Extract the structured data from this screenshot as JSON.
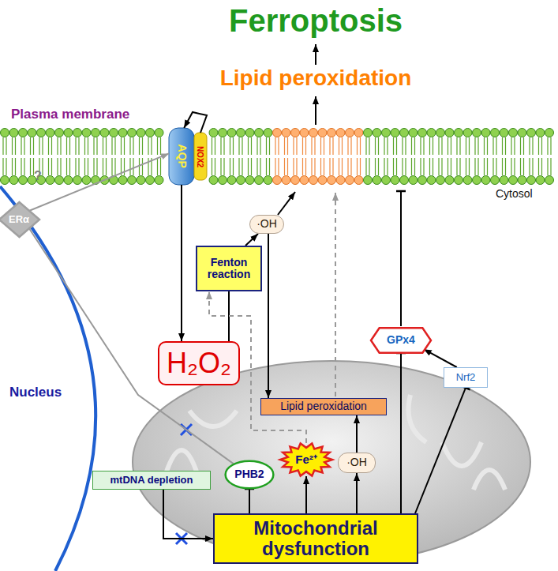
{
  "diagram": {
    "nodes": [
      {
        "text": [
          "Fenton reaction"
        ]
      },
      {
        "text": [
          "H₂O₂"
        ]
      },
      {
        "text": [
          "·OH"
        ]
      },
      {
        "text": [
          "GPx4"
        ]
      },
      {
        "text": [
          "Nrf2"
        ]
      },
      {
        "text": [
          "Lipid peroxidation"
        ]
      },
      {
        "text": [
          "Fe²⁺"
        ]
      },
      {
        "text": [
          "·OH"
        ]
      },
      {
        "text": [
          "PHB2"
        ]
      },
      {
        "text": [
          "mtDNA depletion"
        ]
      },
      {
        "text": [
          "Mitochondrial dysfunction"
        ]
      },
      {
        "text": [
          "ERα"
        ]
      },
      {
        "text": [
          "AQP"
        ]
      },
      {
        "text": [
          "NOX2"
        ]
      }
    ],
    "edges": [
      {
        "from": 12,
        "to": 1,
        "arrow": "to"
      },
      {
        "from": 1,
        "to": 0,
        "arrow": "none"
      },
      {
        "from": 0,
        "to": 2,
        "arrow": "to"
      },
      {
        "from": 2,
        "to": 5,
        "arrow": "to"
      },
      {
        "from": 6,
        "to": 0,
        "arrow": "to"
      },
      {
        "from": 7,
        "to": 5,
        "arrow": "to"
      },
      {
        "from": 10,
        "to": 6,
        "arrow": "to"
      },
      {
        "from": 10,
        "to": 7,
        "arrow": "to"
      },
      {
        "from": 10,
        "to": 8,
        "arrow": "to"
      },
      {
        "from": 9,
        "to": 10,
        "arrow": "to"
      },
      {
        "from": 10,
        "to": 3,
        "arrow": "to"
      },
      {
        "from": 10,
        "to": 4,
        "arrow": "to"
      },
      {
        "from": 4,
        "to": 3,
        "arrow": "to"
      },
      {
        "from": 8,
        "to": 11,
        "arrow": "to"
      },
      {
        "from": 11,
        "to": 12,
        "arrow": "to"
      },
      {
        "from": 13,
        "to": 12,
        "arrow": "to"
      }
    ],
    "labels": [
      "Ferroptosis",
      "Lipid peroxidation",
      "Plasma membrane",
      "Cytosol",
      "Nucleus",
      "?"
    ]
  }
}
